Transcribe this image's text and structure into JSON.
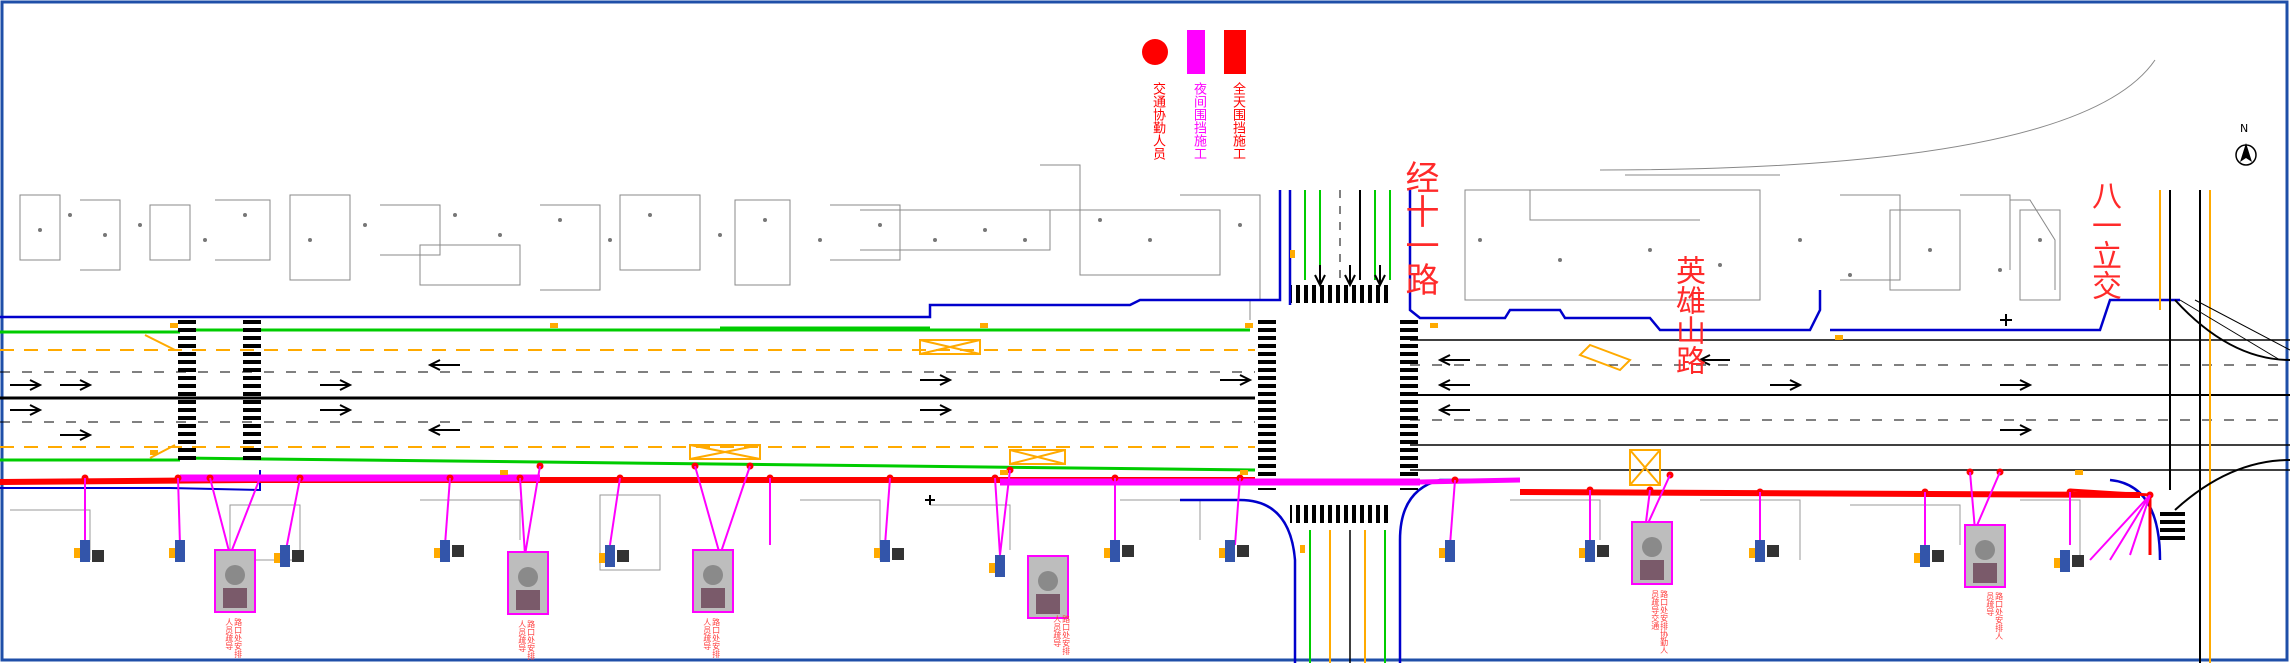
{
  "legend": {
    "items": [
      {
        "label": "全天围挡施工",
        "color": "#ff0000",
        "shape": "rect"
      },
      {
        "label": "夜间围挡施工",
        "color": "#ff00ff",
        "shape": "rect-small"
      },
      {
        "label": "交通协勤人员",
        "color": "#ff0000",
        "shape": "circle"
      }
    ]
  },
  "roads": {
    "cross_left": "经十一路",
    "cross_right": "英雄山路",
    "cross_far": "八一立交"
  },
  "compass": {
    "letter": "N"
  },
  "notes": {
    "crew": "路口处安排人员疏导",
    "crew_alt": "路口处安排协勤人员疏导交通"
  },
  "colors": {
    "full_day": "#ff0000",
    "night": "#ff00ff",
    "curb": "#0000cc",
    "green_belt": "#00cc00",
    "yellow_line": "#ffaa00",
    "border": "#1f4fa8"
  }
}
